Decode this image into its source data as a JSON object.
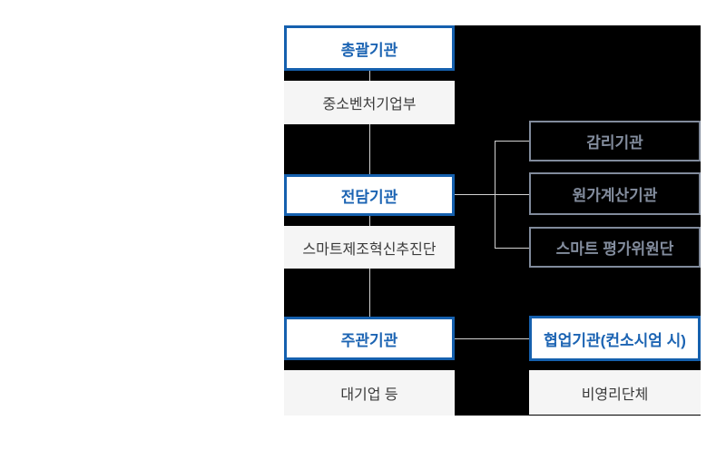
{
  "org_chart": {
    "chief_role": "총괄기관",
    "chief_org": "중소벤처기업부",
    "dedicated_role": "전담기관",
    "dedicated_org": "스마트제조혁신추진단",
    "host_role": "주관기관",
    "host_org": "대기업 등",
    "supervision_org": "감리기관",
    "cost_calc_org": "원가계산기관",
    "smart_eval_org": "스마트 평가위원단",
    "coop_role": "협업기관(컨소시엄 시)",
    "coop_org": "비영리단체"
  },
  "colors": {
    "panel_background": "#000000",
    "primary_blue_border": "#1560ae",
    "primary_blue_text": "#1c64b3",
    "gray_box_background": "#f5f5f5",
    "gray_box_text": "#3b3b3b",
    "slate_border": "#818b9c",
    "connector_line": "#d2d2d2"
  }
}
